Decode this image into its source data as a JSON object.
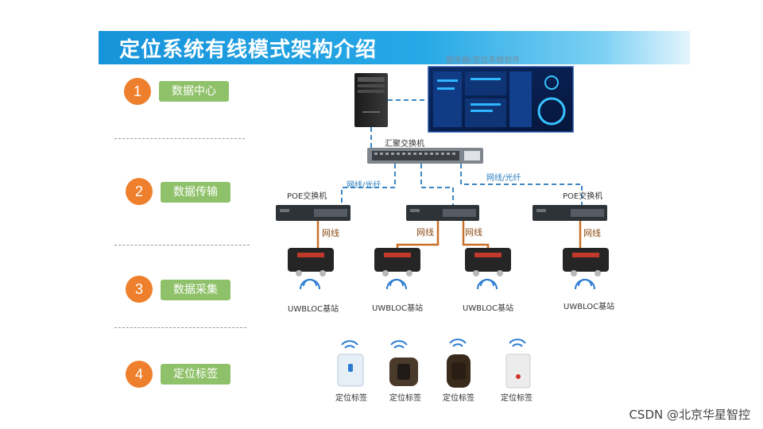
{
  "title": "定位系统有线模式架构介绍",
  "steps": [
    {
      "num": "1",
      "label": "数据中心"
    },
    {
      "num": "2",
      "label": "数据传输"
    },
    {
      "num": "3",
      "label": "数据采集"
    },
    {
      "num": "4",
      "label": "定位标签"
    }
  ],
  "labels": {
    "server_software": "服务器/定位系统软件",
    "core_switch": "汇聚交换机",
    "poe_switch": "POE交换机",
    "fiber": "网线/光纤",
    "cable": "网线",
    "base_station": "UWBLOC基站",
    "tag": "定位标签"
  },
  "watermark": "CSDN @北京华星智控",
  "colors": {
    "banner": "#1793da",
    "step_circle": "#ee7f2c",
    "step_label": "#8fc16a",
    "dashed_link": "#3a86c8",
    "cable": "#c8702a"
  }
}
